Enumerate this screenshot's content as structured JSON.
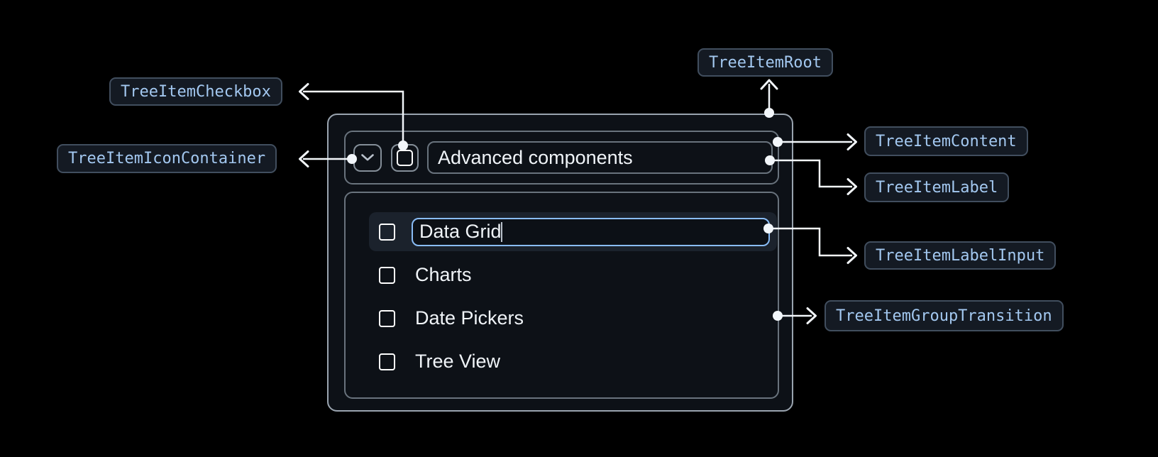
{
  "annotations": {
    "tree_item_root": "TreeItemRoot",
    "tree_item_checkbox": "TreeItemCheckbox",
    "tree_item_icon_container": "TreeItemIconContainer",
    "tree_item_content": "TreeItemContent",
    "tree_item_label": "TreeItemLabel",
    "tree_item_label_input": "TreeItemLabelInput",
    "tree_item_group_transition": "TreeItemGroupTransition"
  },
  "tree": {
    "parent": {
      "label": "Advanced components",
      "expanded": true,
      "checkbox_checked": false
    },
    "editing_item": {
      "value": "Data Grid",
      "checkbox_checked": false
    },
    "items": [
      {
        "label": "Charts",
        "checkbox_checked": false
      },
      {
        "label": "Date Pickers",
        "checkbox_checked": false
      },
      {
        "label": "Tree View",
        "checkbox_checked": false
      }
    ]
  },
  "colors": {
    "page_bg": "#000000",
    "panel_bg": "#0d1117",
    "panel_border": "#9aa4af",
    "box_border": "#69737d",
    "row_highlight_bg": "#1b222c",
    "input_border": "#89bcf6",
    "badge_bg": "#141a23",
    "badge_border": "#414e5e",
    "badge_text": "#a3c8f0",
    "item_text": "#f0f4f8",
    "connector": "#f2f6fa"
  }
}
